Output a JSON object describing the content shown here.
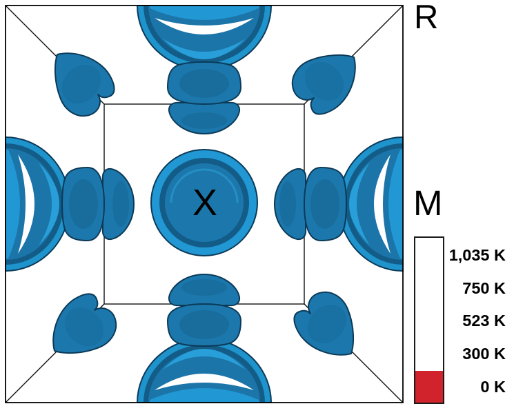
{
  "chart_data": {
    "type": "heatmap",
    "subtype": "fermi-surface-isosurface",
    "title": "",
    "description": "Cubic Brillouin zone viewed along the z-axis with blue Fermi-surface pockets; central circular pocket at X, dome pockets at inner-edge midpoints, crescent half-disc pockets at zone-edge midpoints (M), teardrop pockets pointing toward zone corners (R). Temperature colorbar at right.",
    "zone_labels": [
      {
        "text": "R",
        "location": "zone-corner, outside top-right"
      },
      {
        "text": "M",
        "location": "zone-edge midpoint, outside middle-right"
      },
      {
        "text": "X",
        "location": "center of zone face"
      }
    ],
    "colorbar": {
      "tick_labels": [
        "1,035 K",
        "750 K",
        "523 K",
        "300 K",
        "0 K"
      ],
      "orientation": "vertical",
      "bar_background": "#FFFFFF",
      "border_color": "#1A1A1A",
      "highlight_segment_color": "#D0232B",
      "highlight_segment": "bottom block, from 0 K up to approximately 300 K"
    },
    "colors": {
      "surface_main": "#1C78AC",
      "surface_bright": "#2197D3",
      "surface_shadow": "#135C87",
      "surface_outline": "#0C3A58",
      "zone_lines": "#000000",
      "background": "#FFFFFF"
    },
    "layout_hints": {
      "outer_square": "front face of cubic zone, full frame",
      "inner_square": "back face of cubic zone, connected to outer corners by diagonals",
      "legend_position": "right"
    }
  }
}
